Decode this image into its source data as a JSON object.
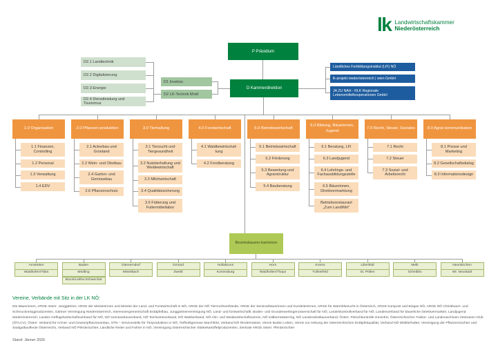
{
  "logo": {
    "mark": "lk",
    "line1": "Landwirtschaftskammer",
    "line2": "Niederösterreich"
  },
  "top": {
    "praesidium": "P Präsidium",
    "kammerdirektion": "D Kammerdirektion",
    "d_units_left": [
      "D2.1 Landtechnik",
      "D2.2 Digitalisierung",
      "D2.3 Energie",
      "D2.4 Dienstleistung und Tourismus"
    ],
    "d_units_mid": [
      "D1 Invekos",
      "D2 LK-Technik Mold"
    ],
    "affiliates": [
      "Ländliches Fortbildungsinstitut (LFI) NÖ",
      "lk-projekt niederösterreich | wien GmbH",
      "JA ZU NAH - RLK Regionale Lebensmittelkooperationen GmbH"
    ]
  },
  "departments": [
    {
      "title": "1.0 Organisation",
      "units": [
        "1.1 Finanzen, Controlling",
        "1.2 Personal",
        "1.3 Verwaltung",
        "1.4 EDV"
      ]
    },
    {
      "title": "2.0 Pflanzen-produktion",
      "units": [
        "2.1 Ackerbau und Grünland",
        "2.2 Wein- und Obstbau",
        "2.4 Garten- und Gemüsebau",
        "2.6 Pflanzenschutz"
      ]
    },
    {
      "title": "3.0 Tierhaltung",
      "units": [
        "3.1 Tierzucht und Tiergesundheit",
        "3.2 Nutztierhaltung und Weidewirtschaft",
        "3.3 Milchwirtschaft",
        "3.4 Qualitätssicherung",
        "3.6 Fütterung und Futtermittellabor"
      ]
    },
    {
      "title": "4.0 Forstwirtschaft",
      "units": [
        "4.1 Waldbewirtschaf-tung",
        "4.2 Forstberatung"
      ]
    },
    {
      "title": "5.0 Betriebswirtschaft",
      "units": [
        "5.1 Betriebswirtschaft",
        "5.2 Förderung",
        "5.3 Bewertung und Agrarstruktur",
        "5.4 Bauberatung"
      ]
    },
    {
      "title": "6.0 Bildung, Bäuerinnen, Jugend",
      "units": [
        "6.1 Beratung, LFI",
        "6.3 Landjugend",
        "6.4 Lehrlings- und Fachausbildungsstelle",
        "6.5 Bäuerinnen, Direktvermarktung",
        "Betriebsrestaurant „Zum LandWirt“"
      ]
    },
    {
      "title": "7.0 Recht, Steuer, Soziales",
      "units": [
        "7.1 Recht",
        "7.2 Steuer",
        "7.3 Sozial- und Arbeitsrecht"
      ]
    },
    {
      "title": "8.0 Agrar-kommunikation",
      "units": [
        "8.1 Presse und Marketing",
        "8.2 Gesellschaftsdialog",
        "8.3 Informationsdesign"
      ]
    }
  ],
  "bezirk": {
    "label": "Bezirksbauern-kammern"
  },
  "districts": [
    [
      "Amstetten",
      "Waidhofen/Ybbs"
    ],
    [
      "Baden",
      "Mödling",
      "Bruck/Leitha-Schwechat"
    ],
    [
      "Gänserndorf",
      "Mistelbach"
    ],
    [
      "Gmünd",
      "Zwettl"
    ],
    [
      "Hollabrunn",
      "Korneuburg"
    ],
    [
      "Horn",
      "Waidhofen/Thaya"
    ],
    [
      "Krems",
      "Tullnerfeld"
    ],
    [
      "Lilienfeld",
      "St. Pölten"
    ],
    [
      "Melk",
      "Scheibbs"
    ],
    [
      "Neunkirchen",
      "Wr. Neustadt"
    ]
  ],
  "footer": {
    "heading": "Vereine, Verbände mit Sitz in der LK NÖ:",
    "body": "Die Bäuerinnen, ARGE österr. Junggärtner, ARGE der Meisterinnen und Meister der Land- und Forstwirtschaft in NÖ, ARGE der NÖ Tierzuchtverbände, ARGE der Seminarbäuerinnen und Kursleiterinnen, ARGE für Warmblutzucht in Österreich, ARGE Kompost und Biogas NÖ, ARGE NÖ Christbaum- und Schmuckreisigproduzenten, Gärtner Vereinigung Niederösterreich, Interessengemeinschaft Erdäpfelbau, Junggärtnervereinigung NÖ, Land- und forstwirtschaftl. Boden- und Grunderwerbsgenossenschaft für NÖ, Landeskontrollverband für NÖ, Landesverband für bäuerliche Direktvermarkter, Landjugend Niederösterreich, Landes Geflügelwirtschaftsverband für NÖ, NÖ Gemüsebauverband, NÖ Teichwirteverband, NÖ Waldverband, NÖ Alm- und Weidewirtschaftsverein, NÖ Kälbermästerring, NÖ Landesobstbauverband, Österr. Fleischkontrolle GesmbH, Österreichischer Traktor- und Landmaschinen-Veteranen-Club (ÖTLCV), Österr. Verband für Arznei- und Gewürzpflanzenanbau, STN – Servicestelle für Tierproduktion in NÖ, Tiefkühlgemüse Marchfeld, Verband NÖ Rindermäster, Verein Boden Leben, Verein zur Hebung der österreichischen Erdäpfelqualität, Verband NÖ Wildtierhalter, Vereinigung der Pflanzenzüchter und Saatgutkaufleute Österreichs, Verband NÖ Pferdezüchter, Ländliche Reiter und Fahrer in NÖ, Vereinigung österreichischer Stärkekartoffelproduzenten, Zentrale ARGE österr. Pferdezüchter",
    "stand": "Stand: Jänner 2026"
  },
  "colors": {
    "brand_green": "#00813d",
    "box_orange": "#f0953f",
    "box_peach": "#fadcba",
    "box_blue": "#1d5c9e",
    "box_sage_light": "#cfe0ce",
    "box_sage_mid": "#a2c6a0",
    "box_yellow_green": "#aec955",
    "district_fill": "#eaf0d3",
    "district_border": "#a3b86b",
    "connector_gray": "#9b9b9b"
  }
}
